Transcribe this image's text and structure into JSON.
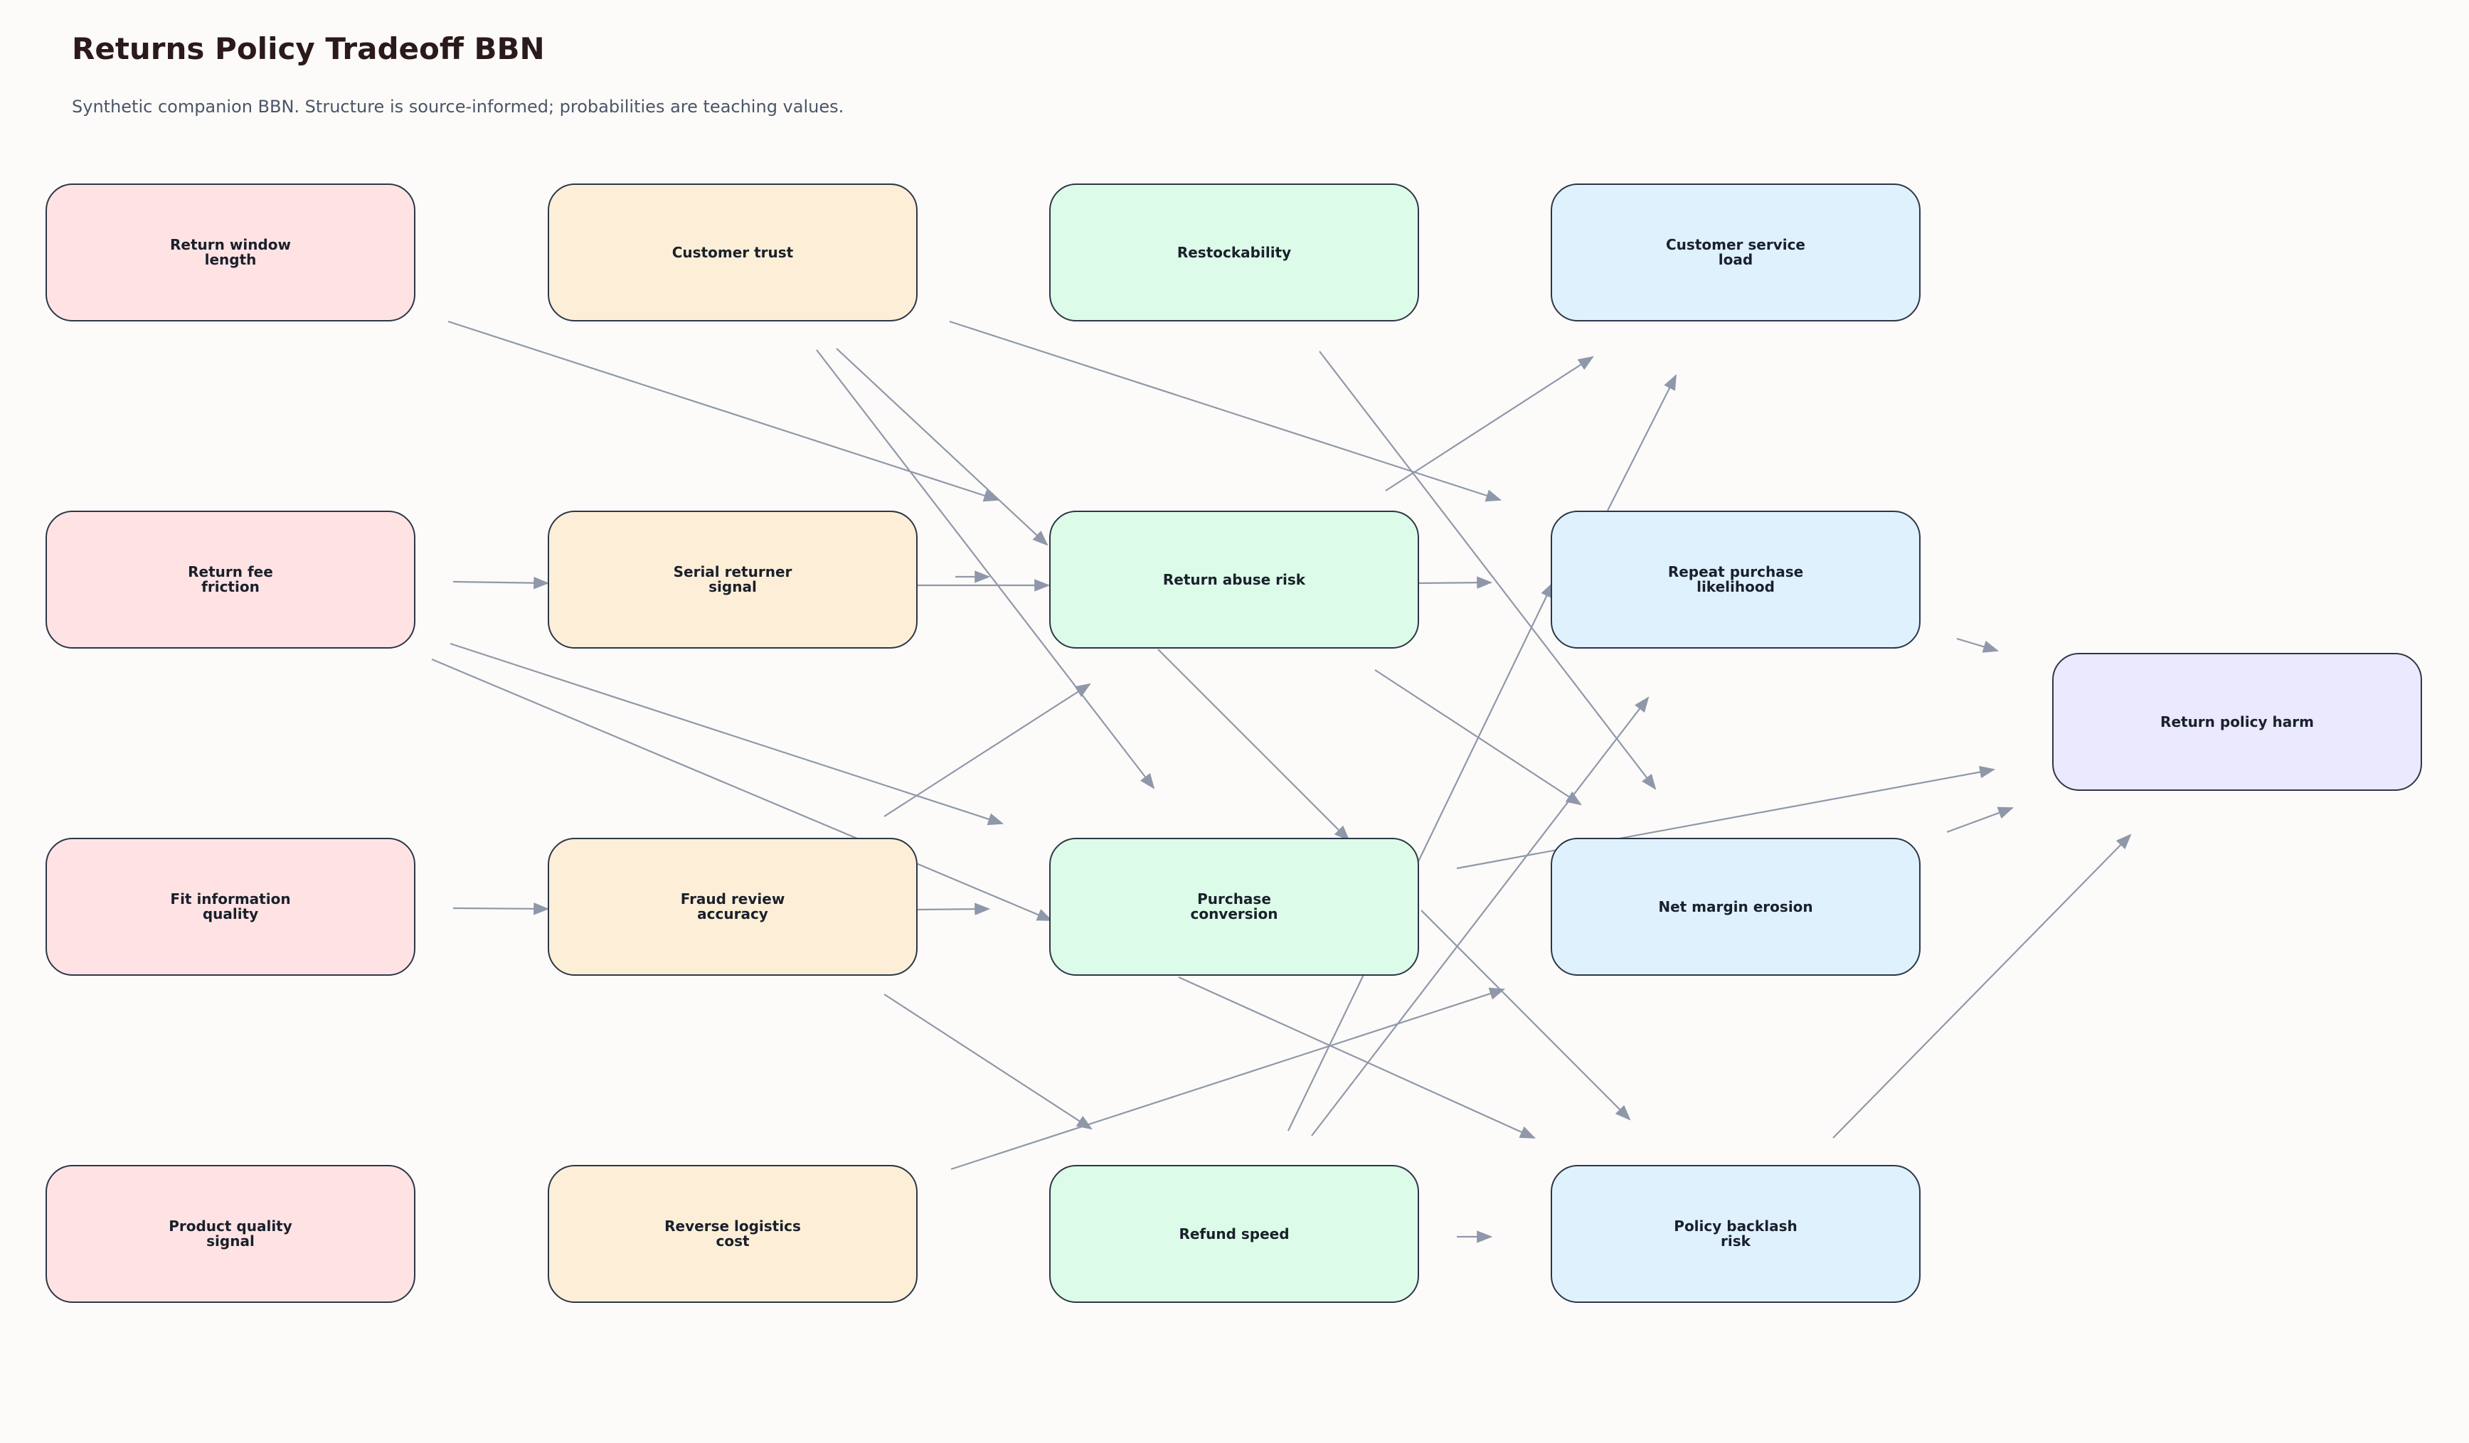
{
  "header": {
    "title": "Returns Policy Tradeoff BBN",
    "subtitle": "Synthetic companion BBN. Structure is source-informed; probabilities are teaching values."
  },
  "colors": {
    "edge": "#8f98aa",
    "node_border": "#2d3748",
    "col0": "#ffe3e4",
    "col1": "#fdefd7",
    "col2": "#dcfbe8",
    "col3": "#dff1fd",
    "col4": "#eae9fe"
  },
  "nodes": [
    {
      "id": "return-window-length",
      "label": "Return window\nlength"
    },
    {
      "id": "return-fee-friction",
      "label": "Return fee\nfriction"
    },
    {
      "id": "fit-information-quality",
      "label": "Fit information\nquality"
    },
    {
      "id": "product-quality-signal",
      "label": "Product quality\nsignal"
    },
    {
      "id": "customer-trust",
      "label": "Customer trust"
    },
    {
      "id": "serial-returner-signal",
      "label": "Serial returner\nsignal"
    },
    {
      "id": "fraud-review-accuracy",
      "label": "Fraud review\naccuracy"
    },
    {
      "id": "reverse-logistics-cost",
      "label": "Reverse logistics\ncost"
    },
    {
      "id": "restockability",
      "label": "Restockability"
    },
    {
      "id": "return-abuse-risk",
      "label": "Return abuse risk"
    },
    {
      "id": "purchase-conversion",
      "label": "Purchase\nconversion"
    },
    {
      "id": "refund-speed",
      "label": "Refund speed"
    },
    {
      "id": "customer-service-load",
      "label": "Customer service\nload"
    },
    {
      "id": "repeat-purchase-likelihood",
      "label": "Repeat purchase\nlikelihood"
    },
    {
      "id": "net-margin-erosion",
      "label": "Net margin erosion"
    },
    {
      "id": "policy-backlash-risk",
      "label": "Policy backlash\nrisk"
    },
    {
      "id": "return-policy-harm",
      "label": "Return policy harm"
    }
  ]
}
